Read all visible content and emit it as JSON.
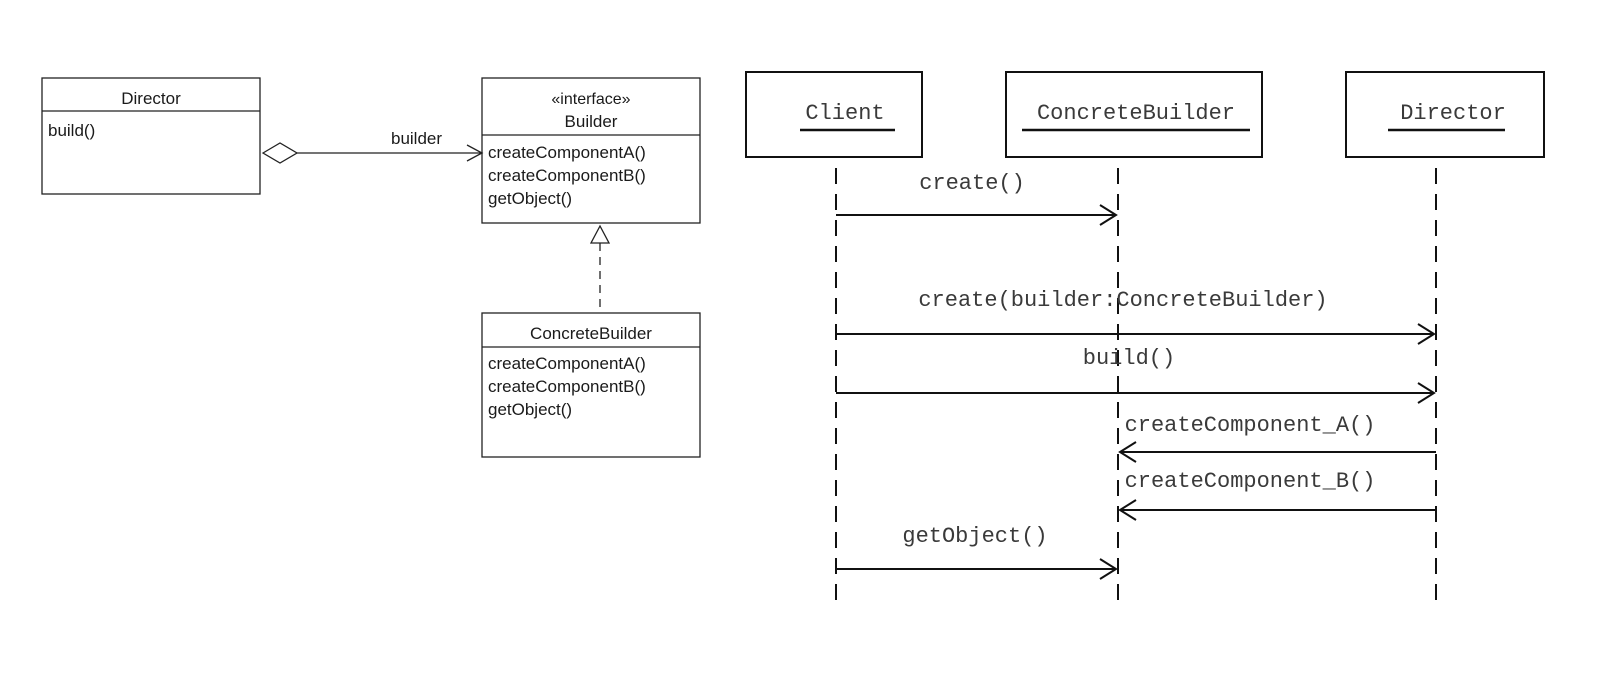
{
  "class_diagram": {
    "director": {
      "name": "Director",
      "methods": [
        "build()"
      ]
    },
    "builder": {
      "stereotype": "«interface»",
      "name": "Builder",
      "methods": [
        "createComponentA()",
        "createComponentB()",
        "getObject()"
      ]
    },
    "concrete_builder": {
      "name": "ConcreteBuilder",
      "methods": [
        "createComponentA()",
        "createComponentB()",
        "getObject()"
      ]
    },
    "aggregation_label": "builder"
  },
  "sequence_diagram": {
    "participants": [
      "Client",
      "ConcreteBuilder",
      "Director"
    ],
    "messages": [
      {
        "label": "create()",
        "from": "Client",
        "to": "ConcreteBuilder"
      },
      {
        "label": "create(builder:ConcreteBuilder)",
        "from": "Client",
        "to": "Director"
      },
      {
        "label": "build()",
        "from": "Client",
        "to": "Director"
      },
      {
        "label": "createComponent_A()",
        "from": "Director",
        "to": "ConcreteBuilder"
      },
      {
        "label": "createComponent_B()",
        "from": "Director",
        "to": "ConcreteBuilder"
      },
      {
        "label": "getObject()",
        "from": "Client",
        "to": "ConcreteBuilder"
      }
    ]
  }
}
